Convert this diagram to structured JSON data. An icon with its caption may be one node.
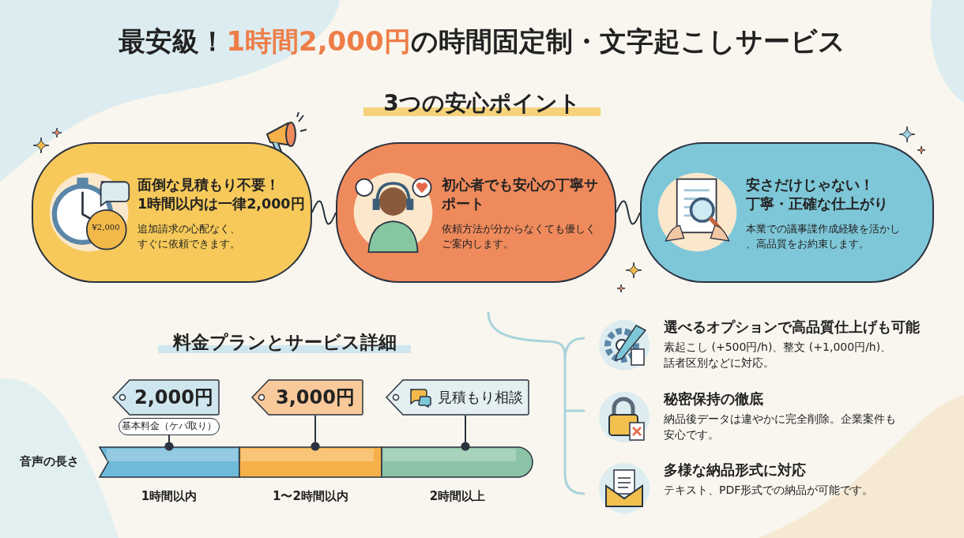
{
  "diagram": {
    "title": "最安級！**1時間2,000円**の時間固定制・文字起こしサービス",
    "nodes": [
      {
        "text": [
          "面倒な見積もり不要！1時間以内は一律2,000円",
          "追加請求の心配なく、すぐに依頼できます。"
        ]
      },
      {
        "text": [
          "初心者でも安心の丁寧サポート",
          "依頼方法が分からなくても優しくご案内します。"
        ]
      },
      {
        "text": [
          "安さだけじゃない！丁寧・正確な仕上がり",
          "本業での議事諜作成経験を活かし、高品質をお約束します。"
        ]
      },
      {
        "text": [
          "2,000円"
        ]
      },
      {
        "text": [
          "基本料金（ケバ取り）"
        ]
      },
      {
        "text": [
          "3,000円"
        ]
      },
      {
        "text": [
          "見積もり相談"
        ]
      },
      {
        "text": [],
        "shape": "bar",
        "beside": [
          "1時間以内"
        ]
      },
      {
        "text": [],
        "shape": "bar",
        "beside": [
          "1〜2時間以内"
        ]
      },
      {
        "text": [],
        "shape": "bar",
        "beside": [
          "2時間以上"
        ]
      }
    ],
    "edges": [
      {
        "from": 0,
        "to": 1,
        "arrow": "none"
      },
      {
        "from": 1,
        "to": 2,
        "arrow": "none"
      },
      {
        "from": 4,
        "to": 7,
        "arrow": "other"
      },
      {
        "from": 5,
        "to": 8,
        "arrow": "other"
      },
      {
        "from": 6,
        "to": 9,
        "arrow": "other"
      }
    ],
    "labels": [
      "3つの安心ポイント",
      "¥2,000",
      "料金プランとサービス詳細",
      "音声の長さ",
      "選べるオプションで高品質仕上げも可能",
      "素起こし (+500円/h)、整文 (+1,000円/h)、話者区別などに対応。",
      "秘密保持の徹底",
      "納品後データは違やかに完全削除。企業案件も安心です。",
      "多様な納品形式に対応",
      "テキスト、PDF形式での納品が可能です。"
    ]
  }
}
